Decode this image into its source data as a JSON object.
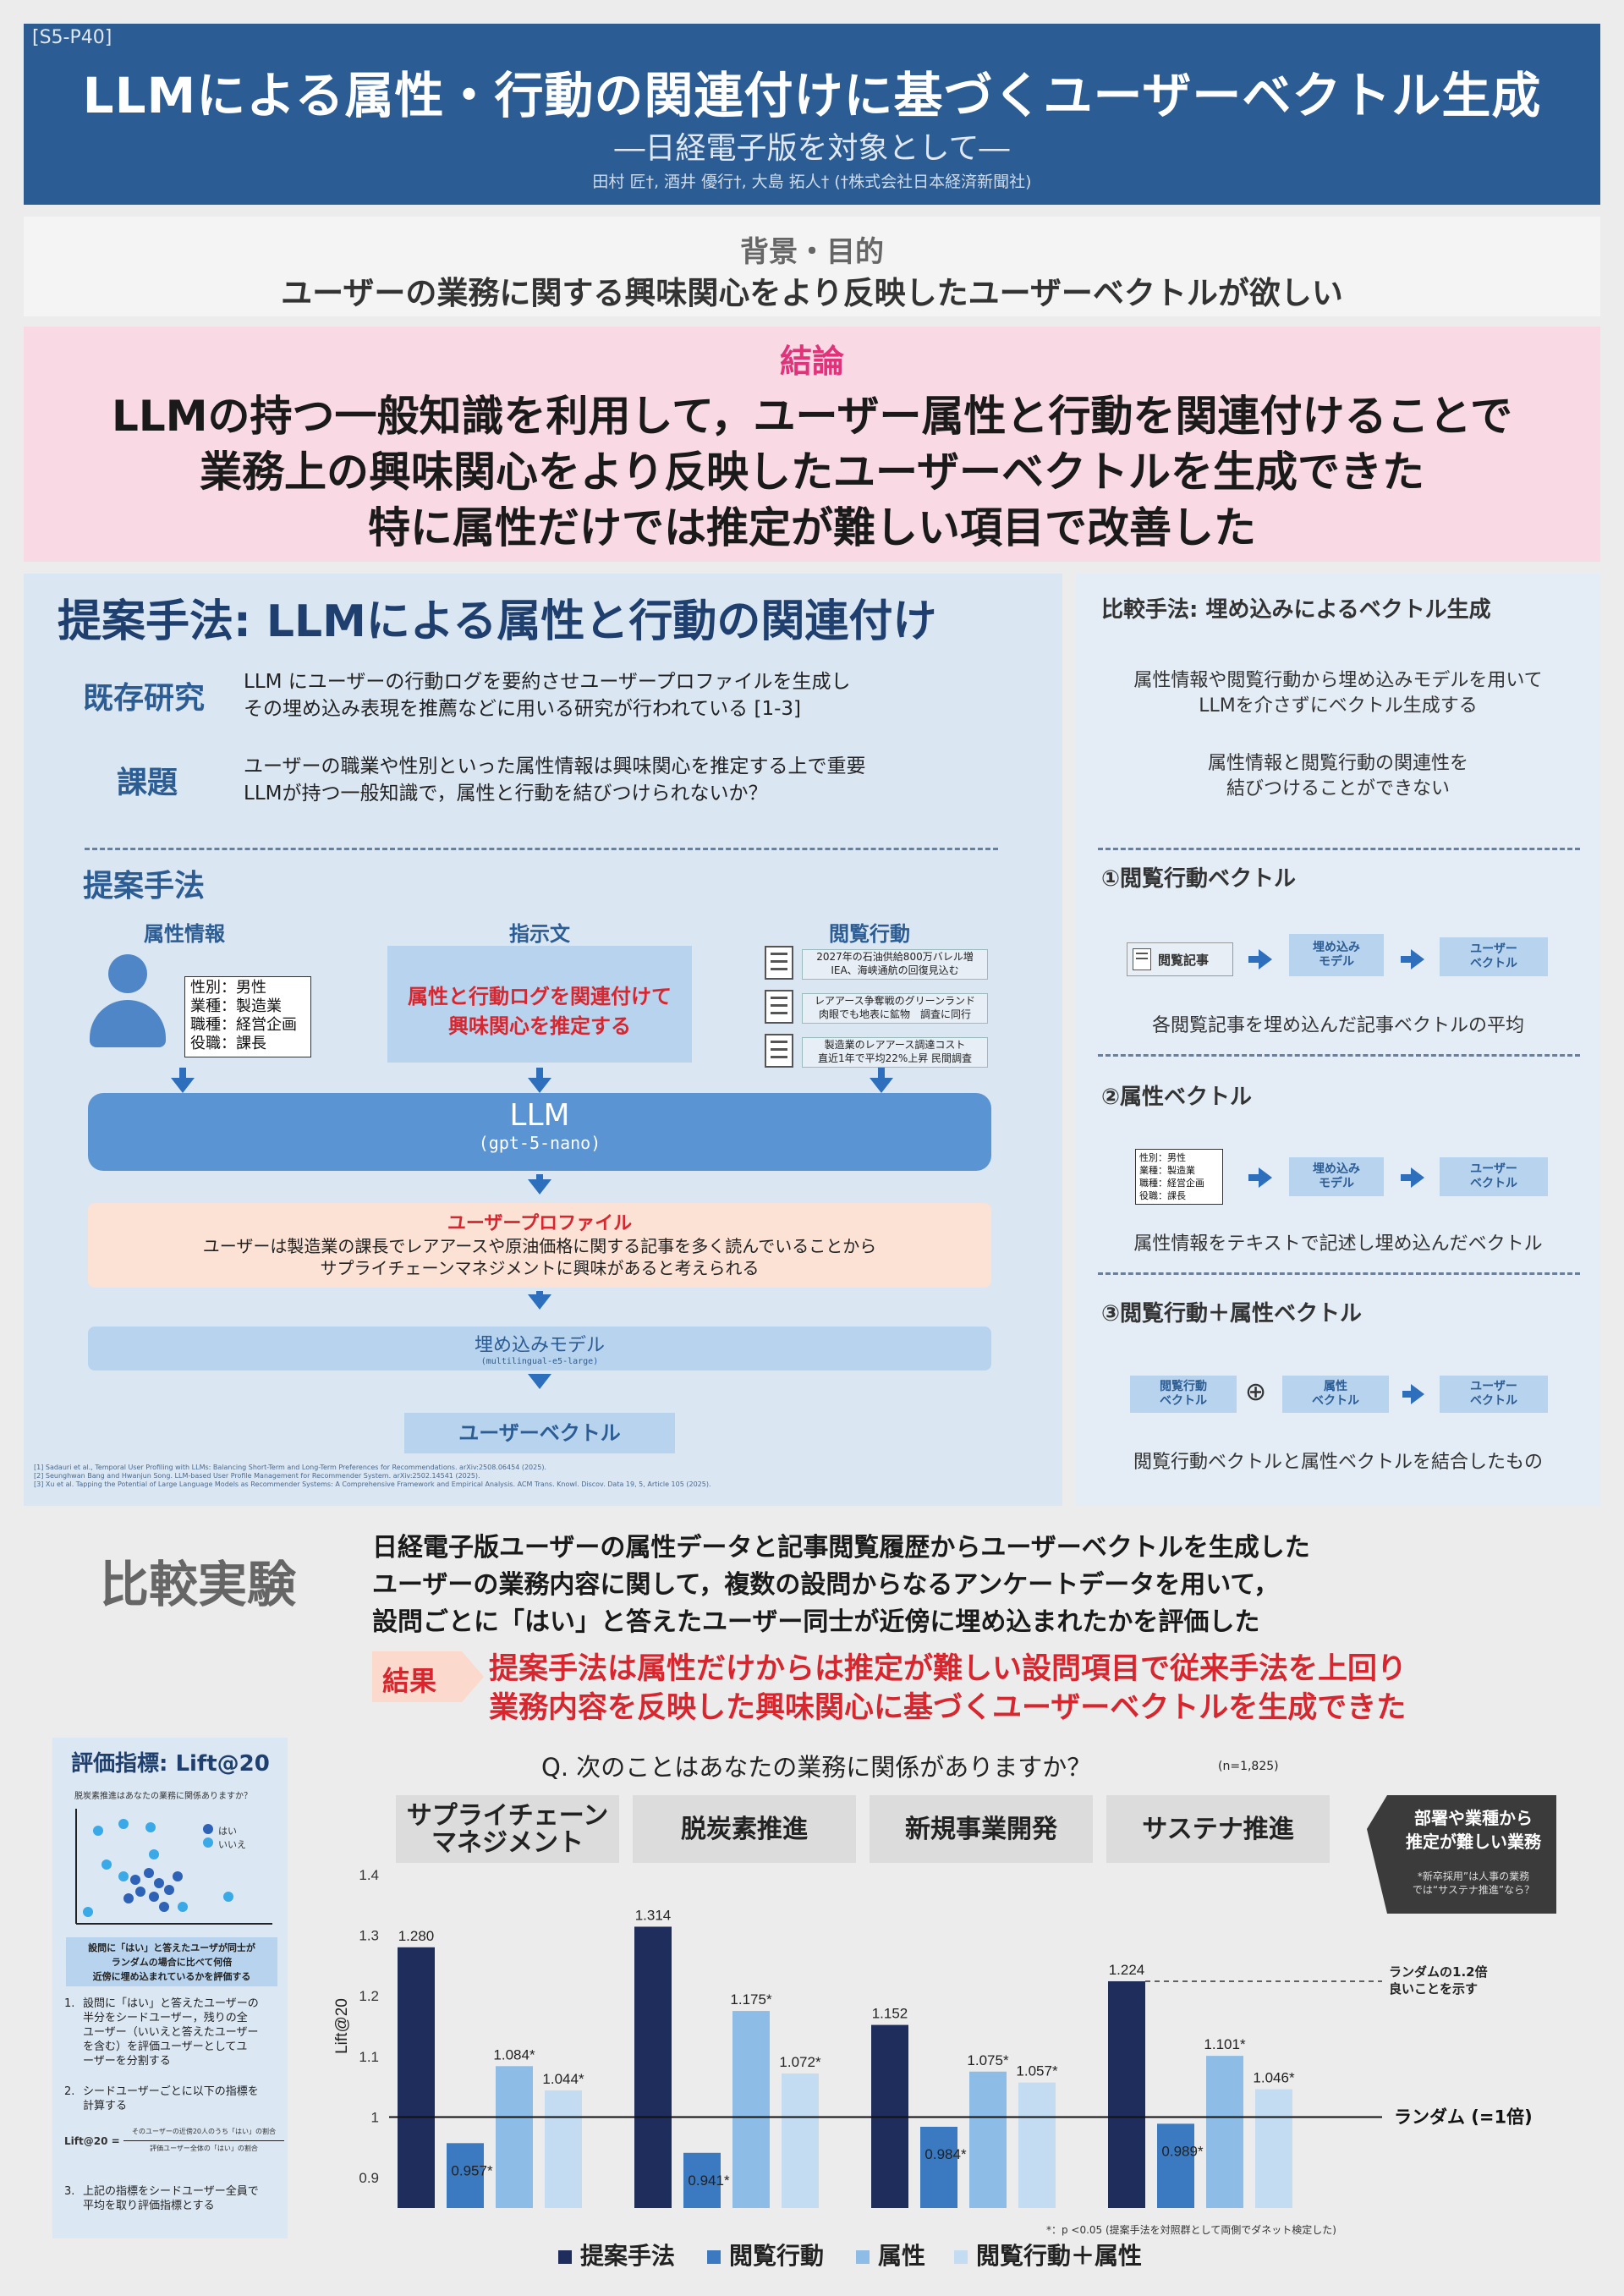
{
  "header": {
    "id": "[S5-P40]",
    "title": "LLMによる属性・行動の関連付けに基づくユーザーベクトル生成",
    "subtitle": "―日経電子版を対象として―",
    "authors": "田村 匠†, 酒井 優行†, 大島 拓人† (†株式会社日本経済新聞社)"
  },
  "background": {
    "heading": "背景・目的",
    "text": "ユーザーの業務に関する興味関心をより反映したユーザーベクトルが欲しい"
  },
  "conclusion": {
    "heading": "結論",
    "lines": [
      "LLMの持つ一般知識を利用して，ユーザー属性と行動を関連付けることで",
      "業務上の興味関心をより反映したユーザーベクトルを生成できた",
      "特に属性だけでは推定が難しい項目で改善した"
    ]
  },
  "proposal": {
    "title": "提案手法: LLMによる属性と行動の関連付け",
    "existing_label": "既存研究",
    "existing_lines": [
      "LLM にユーザーの行動ログを要約させユーザープロファイルを生成し",
      "その埋め込み表現を推薦などに用いる研究が行われている [1-3]"
    ],
    "issue_label": "課題",
    "issue_lines": [
      "ユーザーの職業や性別といった属性情報は興味関心を推定する上で重要",
      "LLMが持つ一般知識で，属性と行動を結びつけられないか？"
    ],
    "method_label": "提案手法",
    "col_attr": "属性情報",
    "col_instr": "指示文",
    "col_browse": "閲覧行動",
    "attr_lines": [
      "性別：男性",
      "業種：製造業",
      "職種：経営企画",
      "役職：課長"
    ],
    "instr_lines": [
      "属性と行動ログを関連付けて",
      "興味関心を推定する"
    ],
    "articles": [
      [
        "2027年の石油供給800万バレル増",
        "IEA、海峡通航の回復見込む"
      ],
      [
        "レアアース争奪戦のグリーンランド",
        "肉眼でも地表に鉱物　調査に同行"
      ],
      [
        "製造業のレアアース調達コスト",
        "直近1年で平均22%上昇 民間調査"
      ]
    ],
    "llm": "LLM",
    "llm_model": "(gpt-5-nano)",
    "profile_head": "ユーザープロファイル",
    "profile_lines": [
      "ユーザーは製造業の課長でレアアースや原油価格に関する記事を多く読んでいることから",
      "サプライチェーンマネジメントに興味があると考えられる"
    ],
    "embed": "埋め込みモデル",
    "embed_model": "(multilingual-e5-large)",
    "user_vec": "ユーザーベクトル",
    "refs": [
      "[1] Sadauri et al., Temporal User Profiling with LLMs: Balancing Short-Term and Long-Term Preferences for Recommendations. arXiv:2508.06454 (2025).",
      "[2] Seunghwan Bang and Hwanjun Song. LLM-based User Profile Management for Recommender System. arXiv:2502.14541 (2025).",
      "[3] Xu et al. Tapping the Potential of Large Language Models as Recommender Systems: A Comprehensive Framework and Empirical Analysis. ACM Trans. Knowl. Discov. Data 19, 5, Article 105 (2025)."
    ]
  },
  "comparison": {
    "title": "比較手法: 埋め込みによるベクトル生成",
    "desc1": [
      "属性情報や閲覧行動から埋め込みモデルを用いて",
      "LLMを介さずにベクトル生成する"
    ],
    "desc2": [
      "属性情報と閲覧行動の関連性を",
      "結びつけることができない"
    ],
    "m1_title": "①閲覧行動ベクトル",
    "m1_article": "閲覧記事",
    "embed": [
      "埋め込み",
      "モデル"
    ],
    "uservec": [
      "ユーザー",
      "ベクトル"
    ],
    "m1_caption": "各閲覧記事を埋め込んだ記事ベクトルの平均",
    "m2_title": "②属性ベクトル",
    "m2_attrs": [
      "性別：男性",
      "業種：製造業",
      "職種：経営企画",
      "役職：課長"
    ],
    "m2_caption": "属性情報をテキストで記述し埋め込んだベクトル",
    "m3_title": "③閲覧行動＋属性ベクトル",
    "m3_a": [
      "閲覧行動",
      "ベクトル"
    ],
    "m3_b": [
      "属性",
      "ベクトル"
    ],
    "oplus": "⊕",
    "m3_caption": "閲覧行動ベクトルと属性ベクトルを結合したもの"
  },
  "experiment": {
    "title": "比較実験",
    "lines": [
      "日経電子版ユーザーの属性データと記事閲覧履歴からユーザーベクトルを生成した",
      "ユーザーの業務内容に関して，複数の設問からなるアンケートデータを用いて，",
      "設問ごとに「はい」と答えたユーザー同士が近傍に埋め込まれたかを評価した"
    ],
    "result_label": "結果",
    "result_lines": [
      "提案手法は属性だけからは推定が難しい設問項目で従来手法を上回り",
      "業務内容を反映した興味関心に基づくユーザーベクトルを生成できた"
    ]
  },
  "metric": {
    "title": "評価指標: Lift@20",
    "q": "脱炭素推進はあなたの業務に関係ありますか？",
    "legend_yes": "はい",
    "legend_no": "いいえ",
    "box": [
      "設問に「はい」と答えたユーザが同士が",
      "ランダムの場合に比べて何倍",
      "近傍に埋め込まれているかを評価する"
    ],
    "steps": [
      [
        "1.",
        "設問に「はい」と答えたユーザーの",
        "半分をシードユーザー，残りの全",
        "ユーザー（いいえと答えたユーザー",
        "を含む）を評価ユーザーとしてユ",
        "ーザーを分割する"
      ],
      [
        "2.",
        "シードユーザーごとに以下の指標を",
        "計算する"
      ],
      [
        "3.",
        "上記の指標をシードユーザー全員で",
        "平均を取り評価指標とする"
      ]
    ],
    "formula_lhs": "Lift@20 =",
    "formula_num": "そのユーザーの近傍20人のうち「はい」の割合",
    "formula_den": "評価ユーザー全体の「はい」の割合"
  },
  "chart_data": {
    "type": "bar",
    "title": "Q. 次のことはあなたの業務に関係がありますか？",
    "note_n": "(n=1,825)",
    "ylabel": "Lift@20",
    "ylim": [
      0.85,
      1.45
    ],
    "yticks": [
      "0.9",
      "1",
      "1.1",
      "1.2",
      "1.3",
      "1.4"
    ],
    "categories": [
      [
        "サプライチェーン",
        "マネジメント"
      ],
      [
        "脱炭素推進"
      ],
      [
        "新規事業開発"
      ],
      [
        "サステナ推進"
      ]
    ],
    "series": [
      {
        "name": "提案手法",
        "color": "#1f2d5c",
        "values": [
          1.28,
          1.314,
          1.152,
          1.224
        ],
        "labels": [
          "1.280",
          "1.314",
          "1.152",
          "1.224"
        ]
      },
      {
        "name": "閲覧行動",
        "color": "#3b7ac0",
        "values": [
          0.957,
          0.941,
          0.984,
          0.989
        ],
        "labels": [
          "0.957*",
          "0.941*",
          "0.984*",
          "0.989*"
        ]
      },
      {
        "name": "属性",
        "color": "#8dbde6",
        "values": [
          1.084,
          1.175,
          1.075,
          1.101
        ],
        "labels": [
          "1.084*",
          "1.175*",
          "1.075*",
          "1.101*"
        ]
      },
      {
        "name": "閲覧行動＋属性",
        "color": "#c3dcf2",
        "values": [
          1.044,
          1.072,
          1.057,
          1.046
        ],
        "labels": [
          "1.044*",
          "1.072*",
          "1.057*",
          "1.046*"
        ]
      }
    ],
    "random_label": "ランダム (=1倍)",
    "annotation": [
      "ランダムの1.2倍",
      "良いことを示す"
    ],
    "callout": [
      "部署や業種から",
      "推定が難しい業務"
    ],
    "callout_note": [
      "*新卒採用”は人事の業務",
      "では“サステナ推進”なら？"
    ],
    "footnote": "*：p <0.05 (提案手法を対照群として両側でダネット検定した)"
  }
}
